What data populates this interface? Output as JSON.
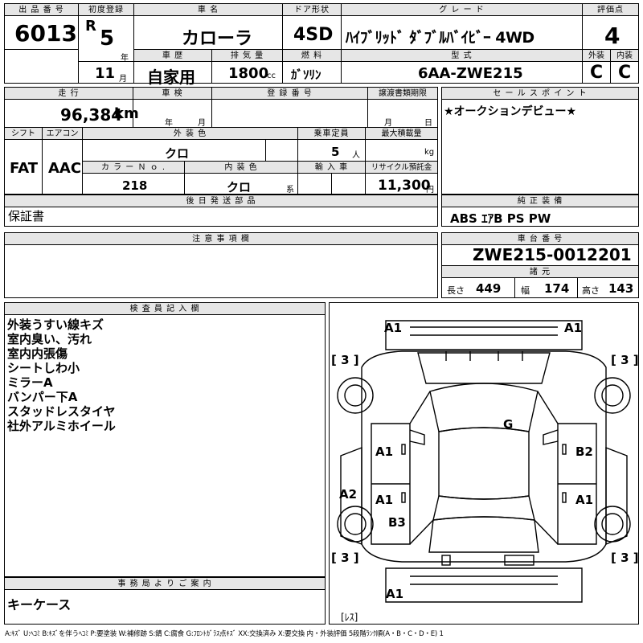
{
  "header": {
    "lot_label": "出 品 番 号",
    "lot_value": "6013",
    "first_reg_label": "初度登録",
    "era": "R",
    "year": "5",
    "year_unit": "年",
    "month": "11",
    "month_unit": "月",
    "car_name_label": "車 名",
    "car_name": "カローラ",
    "door_label": "ドア形状",
    "door": "4SD",
    "grade_label": "グ レ ー ド",
    "grade": "ﾊｲﾌﾞﾘｯﾄﾞ ﾀﾞﾌﾞﾙﾊﾞｲﾋﾞｰ 4WD",
    "score_label": "評価点",
    "score": "4",
    "history_label": "車 歴",
    "history": "自家用",
    "displacement_label": "排 気 量",
    "displacement": "1800",
    "displacement_unit": "cc",
    "fuel_label": "燃 料",
    "fuel": "ｶﾞｿﾘﾝ",
    "model_label": "型 式",
    "model": "6AA-ZWE215",
    "exterior_label": "外装",
    "exterior": "C",
    "interior_label": "内装",
    "interior": "C"
  },
  "row2": {
    "mileage_label": "走 行",
    "mileage": "96,384",
    "mileage_unit": "km",
    "inspection_label": "車 検",
    "insp_year_unit": "年",
    "insp_month_unit": "月",
    "regno_label": "登 録 番 号",
    "transfer_label": "譲渡書類期限",
    "transfer_month_unit": "月",
    "transfer_day_unit": "日",
    "shift_label": "シフト",
    "shift": "FAT",
    "ac_label": "エアコン",
    "ac": "AAC",
    "color_label": "外 装 色",
    "color": "クロ",
    "capacity_label": "乗車定員",
    "capacity": "5",
    "capacity_unit": "人",
    "load_label": "最大積載量",
    "load_unit": "kg",
    "colorno_label": "カ ラ ー Ｎ ｏ .",
    "colorno": "218",
    "int_color_label": "内 装 色",
    "int_color": "クロ",
    "int_color_unit": "系",
    "import_label": "輸 入 車",
    "recycle_label": "リサイクル預託金",
    "recycle": "11,300",
    "recycle_unit": "円",
    "sales_label": "セ ー ル ス ポ イ ン ト",
    "sales": "★オークションデビュー★"
  },
  "later_parts": {
    "label": "後 日 発 送 部 品",
    "value": "保証書"
  },
  "equipment": {
    "label": "純 正 装 備",
    "value": "ABS ｴｱB PS PW"
  },
  "notes": {
    "label": "注 意 事 項 欄"
  },
  "chassis": {
    "label": "車 台 番 号",
    "value": "ZWE215-0012201"
  },
  "specs": {
    "label": "諸 元",
    "length_label": "長さ",
    "length": "449",
    "width_label": "幅",
    "width": "174",
    "height_label": "高さ",
    "height": "143"
  },
  "inspector": {
    "label": "検 査 員 記 入 欄",
    "lines": [
      "外装うすい線キズ",
      "室内臭い、汚れ",
      "室内内張傷",
      "シートしわ小",
      "ミラーA",
      "バンパー下A",
      "スタッドレスタイヤ",
      "社外アルミホイール"
    ]
  },
  "office": {
    "label": "事 務 局 よ り ご 案 内",
    "value": "キーケース"
  },
  "diagram": {
    "marks": {
      "front_left": "A1",
      "front_right": "A1",
      "tire_fl": "[ 3 ]",
      "tire_fr": "[ 3 ]",
      "tire_rl": "[ 3 ]",
      "tire_rr": "[ 3 ]",
      "roof": "G",
      "door_fl": "A1",
      "door_fr": "B2",
      "door_rl": "A1",
      "door_rr": "A1",
      "left_side": "A2",
      "left_rear": "B3",
      "rear": "A1",
      "spare": "[ﾚｽ]"
    }
  },
  "legend": "A:ｷｽﾞ U:ﾍｺﾐ B:ｷｽﾞを伴うﾍｺﾐ P:要塗装 W:補修跡 S:錆 C:腐食 G:ﾌﾛﾝﾄｶﾞﾗｽ点ｷｽﾞ XX:交換済み X:要交換 内・外装評価 5段階ﾗﾝｸ順(A・B・C・D・E) 1"
}
